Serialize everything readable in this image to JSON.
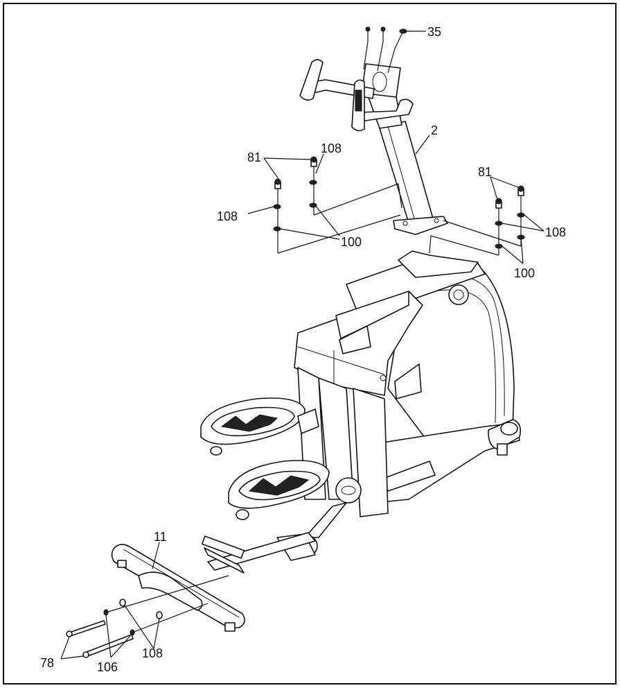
{
  "labels": {
    "l35": "35",
    "l2": "2",
    "l81a": "81",
    "l108a": "108",
    "l108b": "108",
    "l100a": "100",
    "l81b": "81",
    "l108c": "108",
    "l100b": "100",
    "l11": "11",
    "l78": "78",
    "l106": "106",
    "l108d": "108"
  },
  "colors": {
    "ink": "#111111",
    "paper": "#ffffff"
  }
}
